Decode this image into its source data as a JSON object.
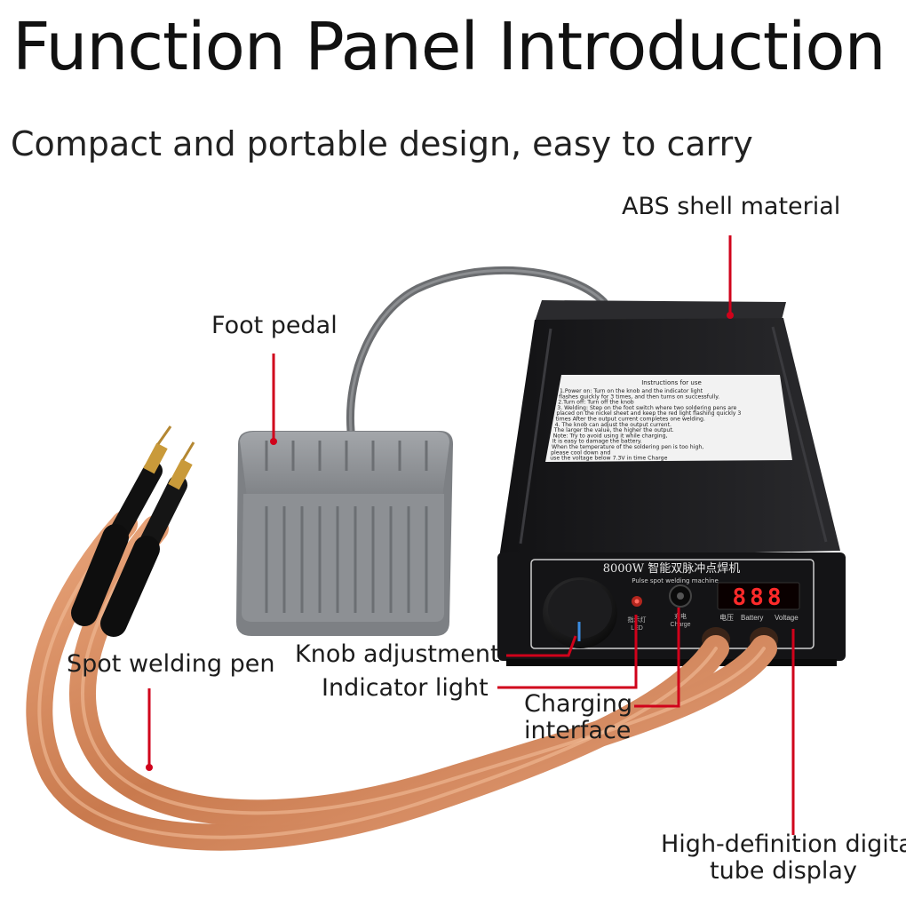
{
  "title": "Function Panel Introduction",
  "subtitle": "Compact and portable design, easy to carry",
  "callouts": {
    "abs_shell": "ABS shell material",
    "foot_pedal": "Foot pedal",
    "spot_welding_pen": "Spot welding pen",
    "knob_adjustment": "Knob adjustment",
    "indicator_light": "Indicator light",
    "charging_interface_line1": "Charging",
    "charging_interface_line2": "interface",
    "display_line1": "High-definition digital",
    "display_line2": "tube display"
  },
  "device": {
    "model_label": "8000W 智能双脉冲点焊机",
    "model_sublabel": "Pulse spot welding machine",
    "display_value": "888",
    "led_label_cn": "指示灯",
    "led_label_en": "LED",
    "charge_label_cn": "充电",
    "charge_label_en": "Charge",
    "voltage_label_cn": "电压",
    "battery_label": "Battery",
    "voltage_label": "Voltage",
    "instructions_title": "Instructions for use",
    "instructions_lines": [
      "1.Power on: Turn on the knob and the indicator light",
      "flashes quickly for 3 times, and then turns on successfully.",
      "2.Turn off: Turn off the knob",
      "3. Welding: Step on the foot switch where two soldering pens are",
      "placed on the nickel sheet and keep the red light flashing quickly 3",
      "times After the output current completes one welding.",
      "4. The knob can adjust the output current.",
      "The larger the value, the higher the output.",
      "Note: Try to avoid using it while charging,",
      "It is easy to damage the battery.",
      "When the temperature of the soldering pen is too high,",
      "please cool down and",
      "use the voltage below 7.3V in time Charge"
    ]
  },
  "colors": {
    "callout_line": "#d0021b",
    "device_body": "#1b1b1d",
    "pedal": "#8a8d91",
    "copper": "#d08a5c",
    "display_digits": "#ff2a2a"
  }
}
